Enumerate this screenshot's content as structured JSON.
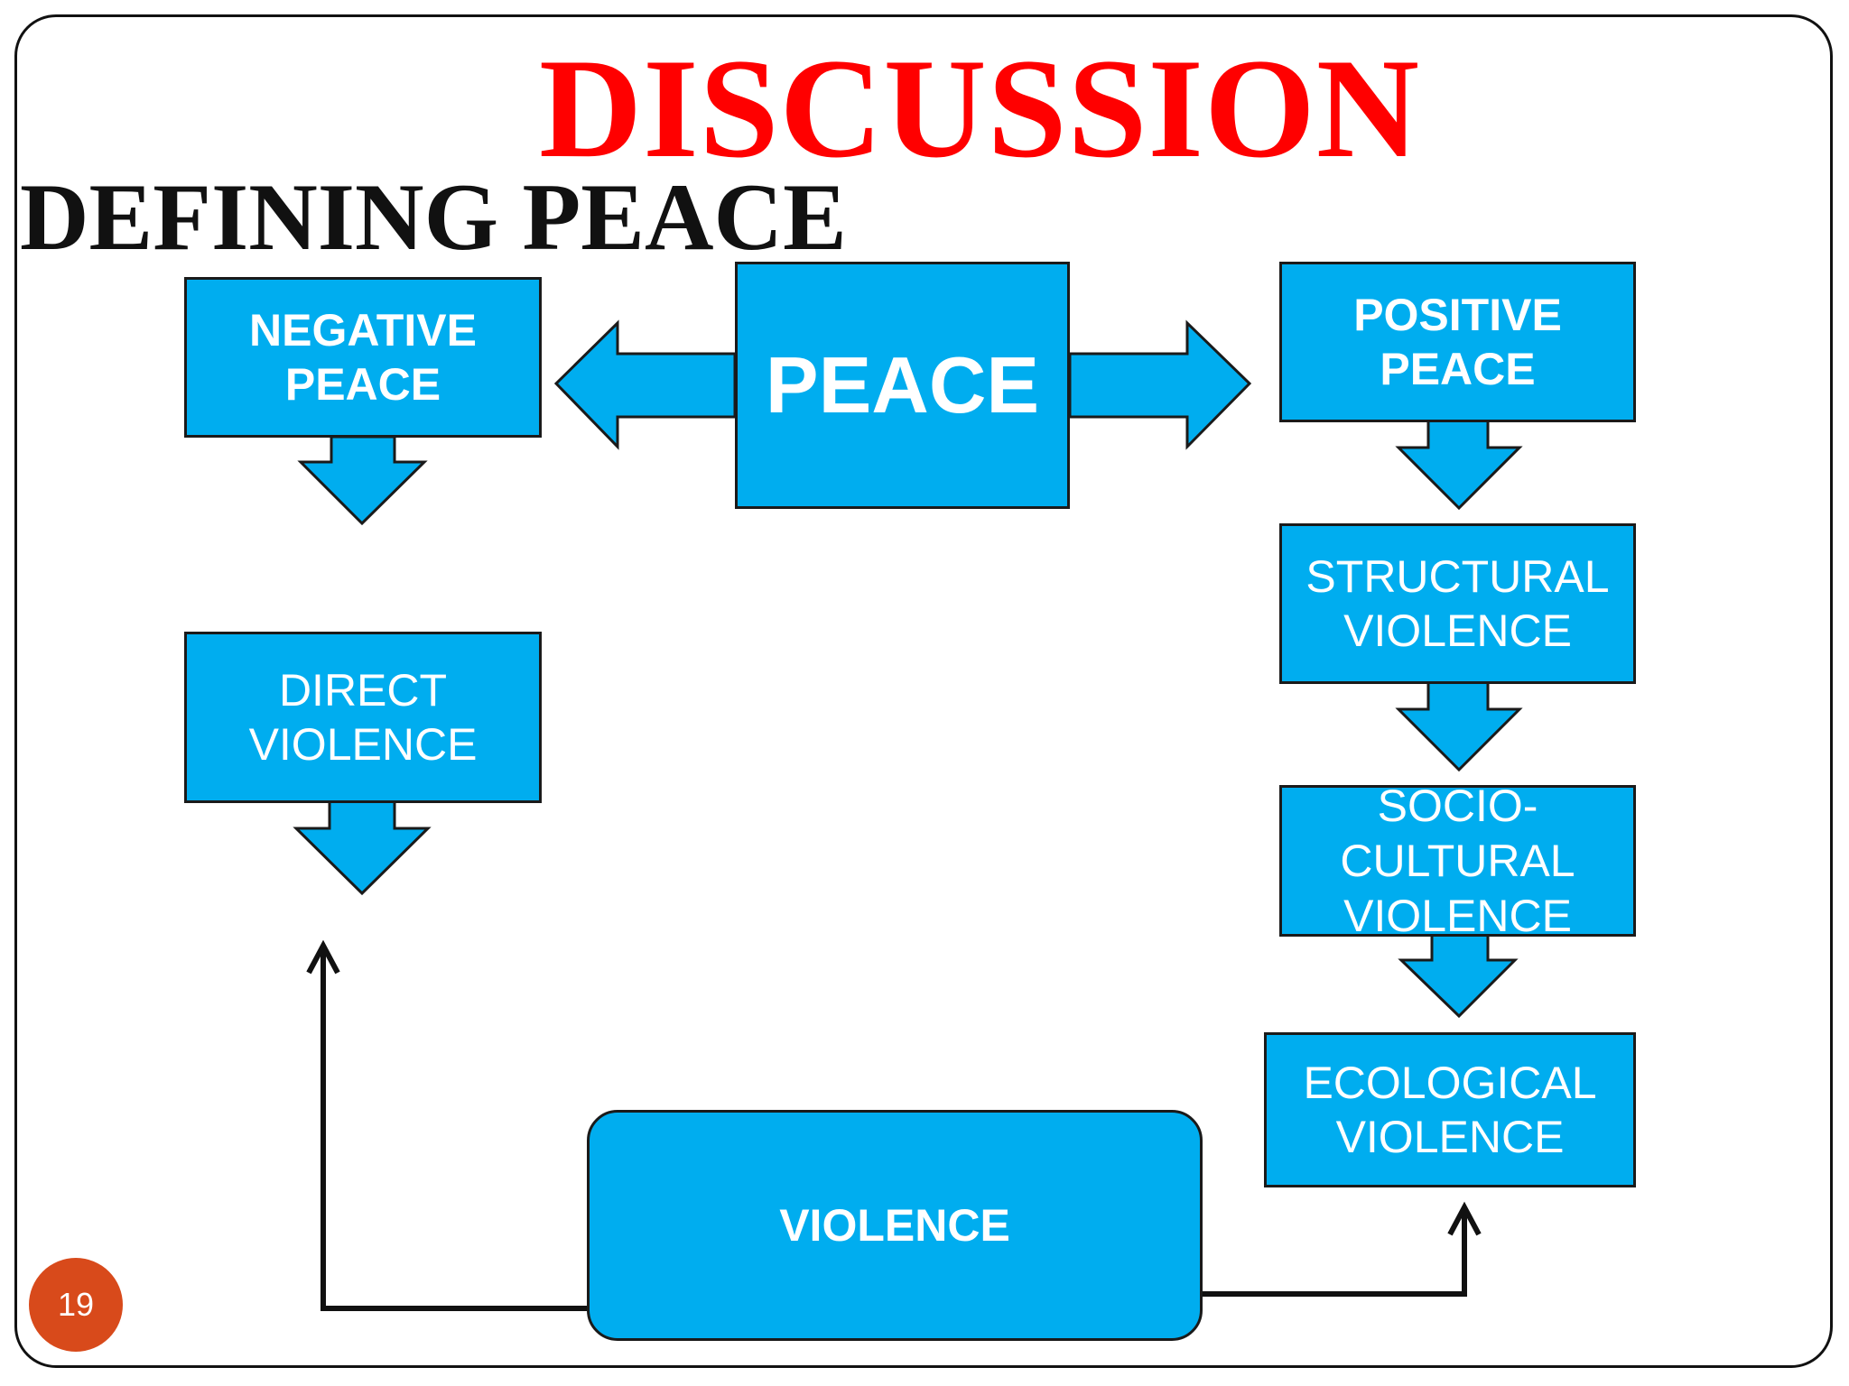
{
  "slide": {
    "title": "DISCUSSION",
    "subtitle": "DEFINING PEACE",
    "page_number": "19"
  },
  "nodes": {
    "peace": {
      "label": "PEACE"
    },
    "negative_peace": {
      "lines": [
        "NEGATIVE",
        "PEACE"
      ]
    },
    "positive_peace": {
      "lines": [
        "POSITIVE",
        "PEACE"
      ]
    },
    "direct_violence": {
      "lines": [
        "DIRECT",
        "VIOLENCE"
      ]
    },
    "structural_violence": {
      "lines": [
        "STRUCTURAL",
        "VIOLENCE"
      ]
    },
    "socio_cultural_violence": {
      "lines": [
        "SOCIO-",
        "CULTURAL",
        "VIOLENCE"
      ]
    },
    "ecological_violence": {
      "lines": [
        "ECOLOGICAL",
        "VIOLENCE"
      ]
    },
    "violence": {
      "label": "VIOLENCE"
    }
  },
  "colors": {
    "box_fill": "#00adef",
    "title": "#ff0000",
    "badge": "#d84a1b"
  }
}
